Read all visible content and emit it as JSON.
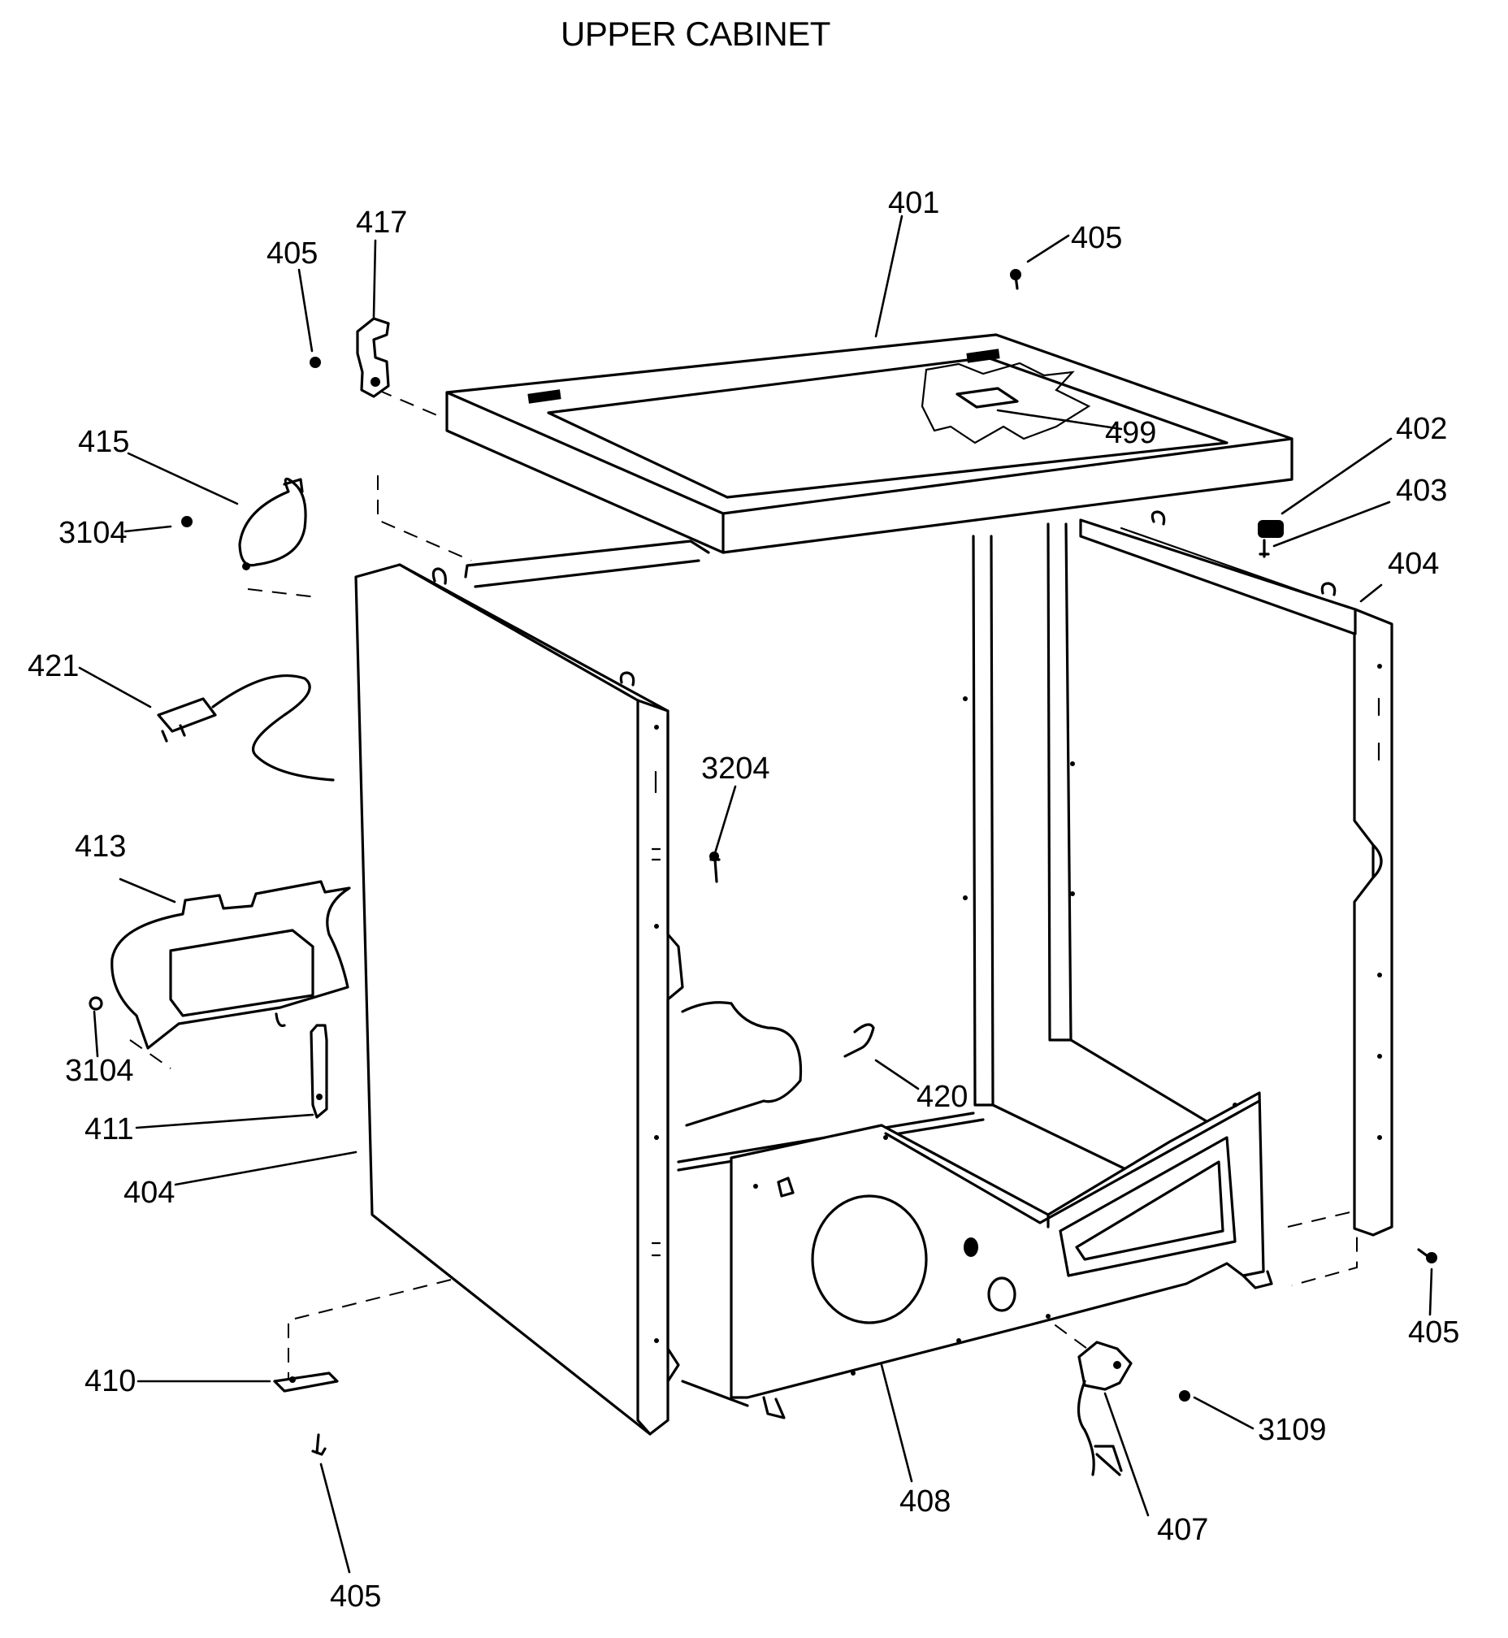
{
  "title": "UPPER CABINET",
  "callouts": {
    "p401": "401",
    "p405_top_right": "405",
    "p417": "417",
    "p405_top_left": "405",
    "p499": "499",
    "p402": "402",
    "p403": "403",
    "p404_right": "404",
    "p415": "415",
    "p3104_upper": "3104",
    "p421": "421",
    "p3204": "3204",
    "p413": "413",
    "p3104_lower": "3104",
    "p420": "420",
    "p411": "411",
    "p404_left": "404",
    "p405_right": "405",
    "p410": "410",
    "p3109": "3109",
    "p408": "408",
    "p407": "407",
    "p405_bottom": "405"
  }
}
